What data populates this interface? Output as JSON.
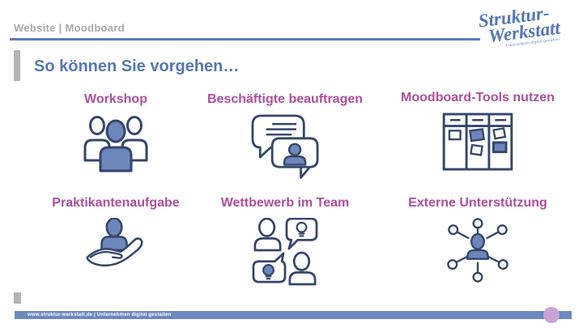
{
  "slide": {
    "breadcrumb": "Website | Moodboard",
    "title": "So können Sie vorgehen…",
    "logo": {
      "line1": "Struktur-",
      "line2": "Werkstatt",
      "tagline": "Unternehmen digital gestalten"
    },
    "items": [
      {
        "label": "Workshop",
        "icon": "people-group-icon"
      },
      {
        "label": "Beschäftigte beauftragen",
        "icon": "chat-bubbles-person-icon"
      },
      {
        "label": "Moodboard-Tools nutzen",
        "icon": "kanban-board-icon"
      },
      {
        "label": "Praktikantenaufgabe",
        "icon": "hand-holding-person-icon"
      },
      {
        "label": "Wettbewerb im Team",
        "icon": "team-idea-bubbles-icon"
      },
      {
        "label": "Externe Unterstützung",
        "icon": "person-network-icon"
      }
    ],
    "footer": "www.struktur-werkstatt.de | Unternehmen digital gestalten"
  },
  "colors": {
    "accent_blue": "#5377b5",
    "header_line_blue": "#5b7cba",
    "icon_outline_navy": "#34466b",
    "icon_fill_blue": "#6d87ba",
    "label_magenta": "#b04e9e",
    "breadcrumb_gray": "#a9a9a9",
    "bar_gray": "#b4b4b4",
    "footer_bar_blue": "#6e88c0",
    "footer_dot_purple": "#c9a3d6"
  }
}
